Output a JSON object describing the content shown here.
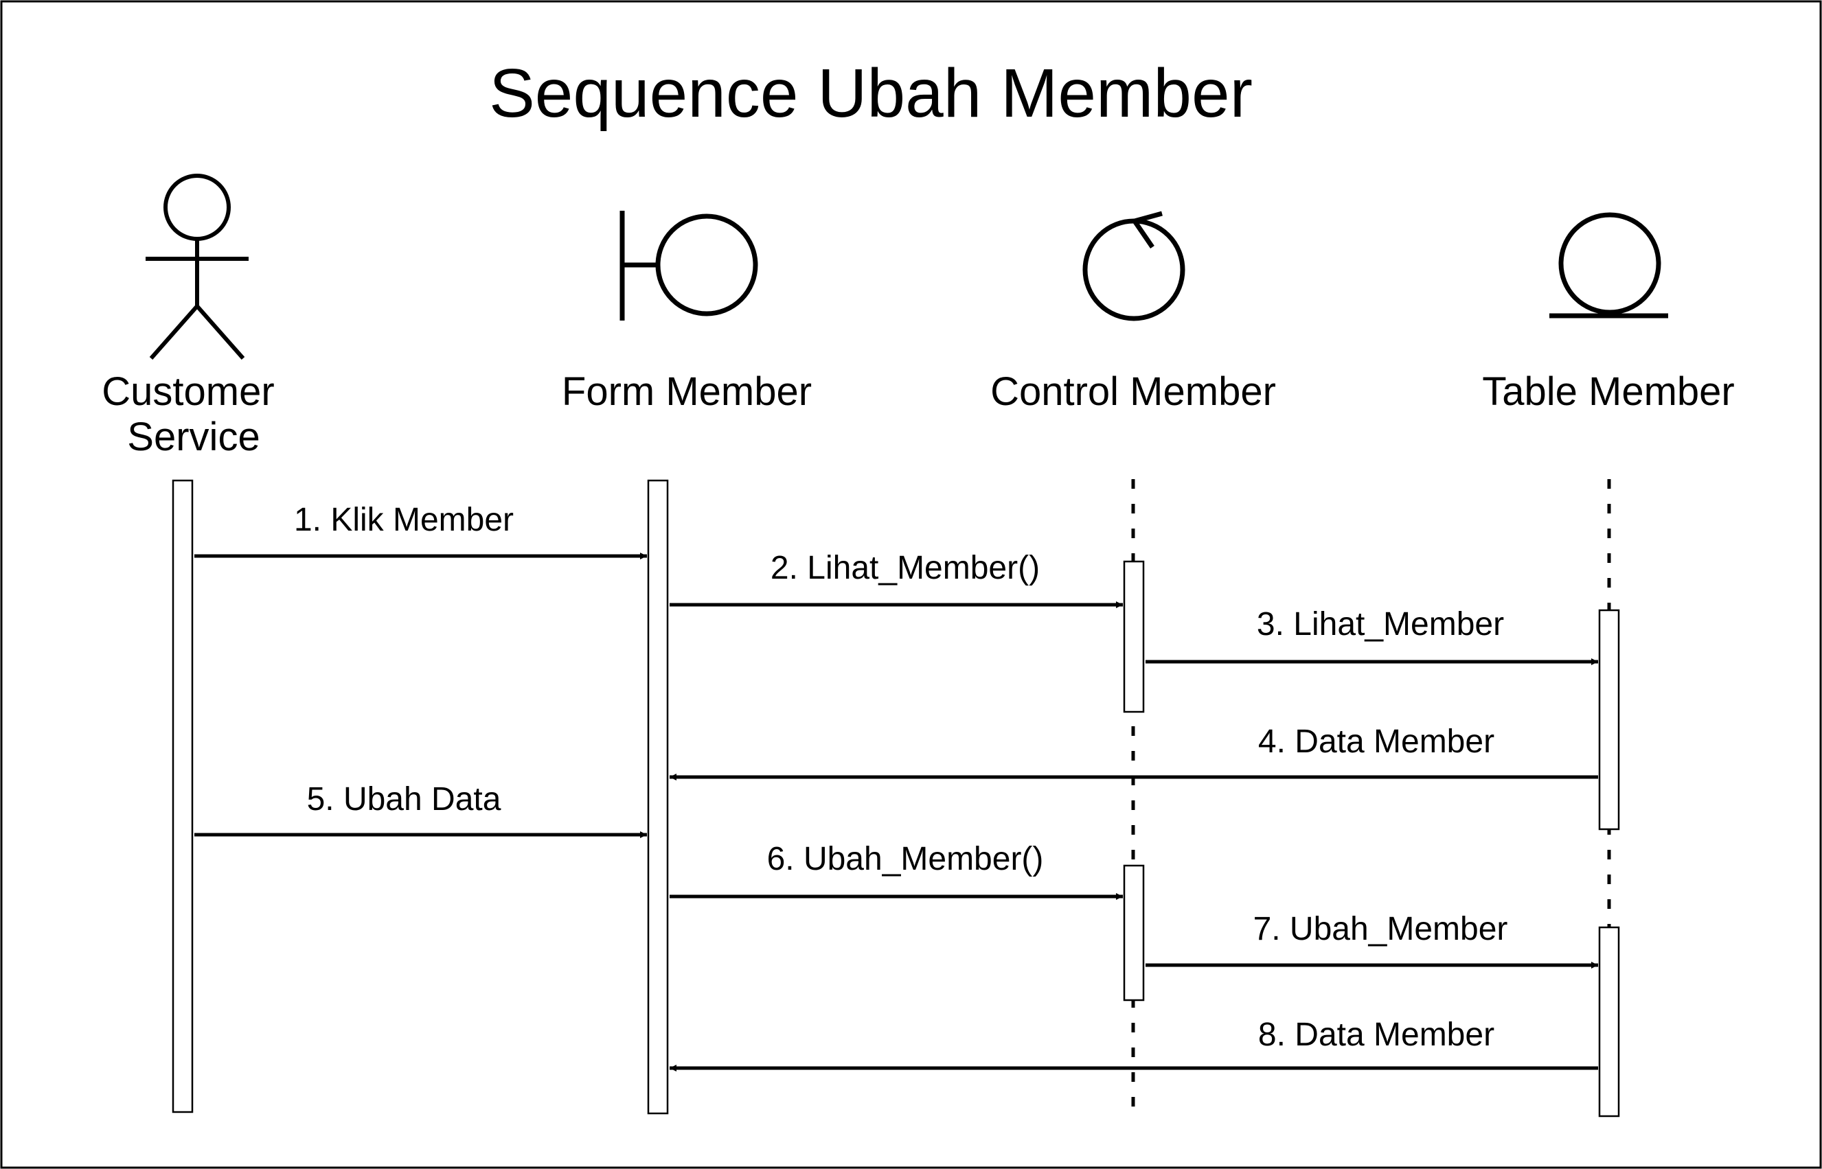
{
  "diagram": {
    "title": "Sequence Ubah Member",
    "participants": [
      {
        "id": "customer-service",
        "type": "actor",
        "label_lines": [
          "Customer",
          "Service"
        ]
      },
      {
        "id": "form-member",
        "type": "boundary",
        "label_lines": [
          "Form Member"
        ]
      },
      {
        "id": "control-member",
        "type": "control",
        "label_lines": [
          "Control Member"
        ]
      },
      {
        "id": "table-member",
        "type": "entity",
        "label_lines": [
          "Table Member"
        ]
      }
    ],
    "messages": [
      {
        "number": 1,
        "label": "1. Klik Member",
        "from": "customer-service",
        "to": "form-member"
      },
      {
        "number": 2,
        "label": "2. Lihat_Member()",
        "from": "form-member",
        "to": "control-member"
      },
      {
        "number": 3,
        "label": "3. Lihat_Member",
        "from": "control-member",
        "to": "table-member"
      },
      {
        "number": 4,
        "label": "4. Data Member",
        "from": "table-member",
        "to": "form-member"
      },
      {
        "number": 5,
        "label": "5. Ubah Data",
        "from": "customer-service",
        "to": "form-member"
      },
      {
        "number": 6,
        "label": "6. Ubah_Member()",
        "from": "form-member",
        "to": "control-member"
      },
      {
        "number": 7,
        "label": "7. Ubah_Member",
        "from": "control-member",
        "to": "table-member"
      },
      {
        "number": 8,
        "label": "8. Data Member",
        "from": "table-member",
        "to": "form-member"
      }
    ]
  }
}
